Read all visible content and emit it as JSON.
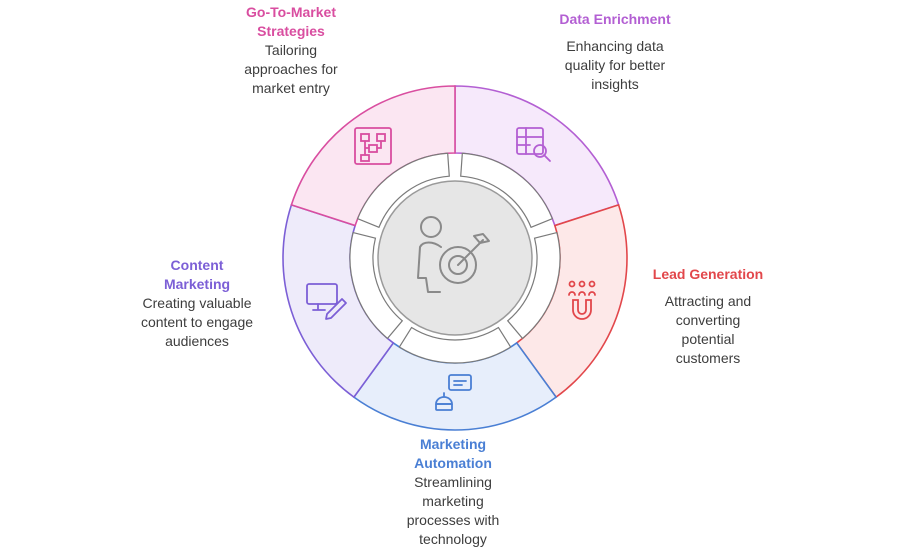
{
  "center": {
    "icon": "target-person-icon",
    "fill": "#e6e6e6",
    "stroke": "#9a9a9a"
  },
  "segments": [
    {
      "id": "data-enrichment",
      "title": "Data Enrichment",
      "description": "Enhancing data quality for better insights",
      "color": "#b35fd3",
      "fill": "#f6e9fb",
      "icon": "table-search-icon"
    },
    {
      "id": "lead-generation",
      "title": "Lead Generation",
      "description": "Attracting and converting potential customers",
      "color": "#e2474b",
      "fill": "#fde8e8",
      "icon": "magnet-people-icon"
    },
    {
      "id": "marketing-automation",
      "title": "Marketing Automation",
      "description": "Streamlining marketing processes with technology",
      "color": "#4a7fd4",
      "fill": "#e7eefb",
      "icon": "robot-chat-icon"
    },
    {
      "id": "content-marketing",
      "title": "Content Marketing",
      "description": "Creating valuable content to engage audiences",
      "color": "#7c5fd6",
      "fill": "#eeebfa",
      "icon": "monitor-pen-icon"
    },
    {
      "id": "go-to-market",
      "title": "Go-To-Market Strategies",
      "description": "Tailoring approaches for market entry",
      "color": "#d94ea0",
      "fill": "#fbe6f2",
      "icon": "flowchart-icon"
    }
  ]
}
